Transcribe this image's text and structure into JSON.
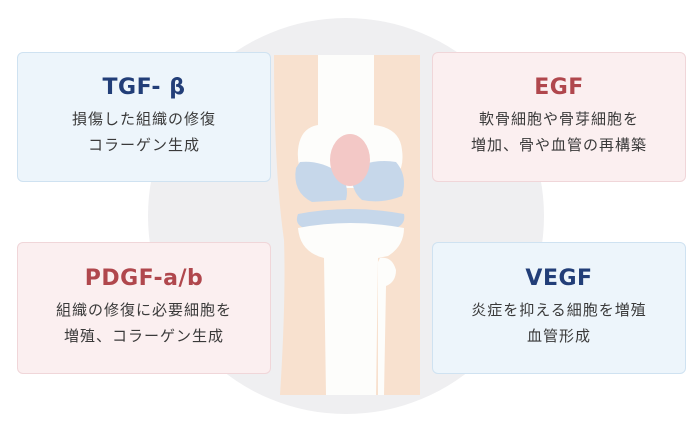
{
  "cards": {
    "tgf": {
      "title": "TGF- β",
      "lines": [
        "損傷した組織の修復",
        "コラーゲン生成"
      ]
    },
    "egf": {
      "title": "EGF",
      "lines": [
        "軟骨細胞や骨芽細胞を",
        "増加、骨や血管の再構築"
      ]
    },
    "pdgf": {
      "title": "PDGF-a/b",
      "lines": [
        "組織の修復に必要細胞を",
        "増殖、コラーゲン生成"
      ]
    },
    "vegf": {
      "title": "VEGF",
      "lines": [
        "炎症を抑える細胞を増殖",
        "血管形成"
      ]
    }
  },
  "colors": {
    "background_circle": "#efeff1",
    "skin": "#f8e1cf",
    "bone": "#fdfdfb",
    "cartilage": "#c6d7ea",
    "patella": "#f3c8c6",
    "blue_title": "#223e78",
    "pink_title": "#b0474d"
  }
}
